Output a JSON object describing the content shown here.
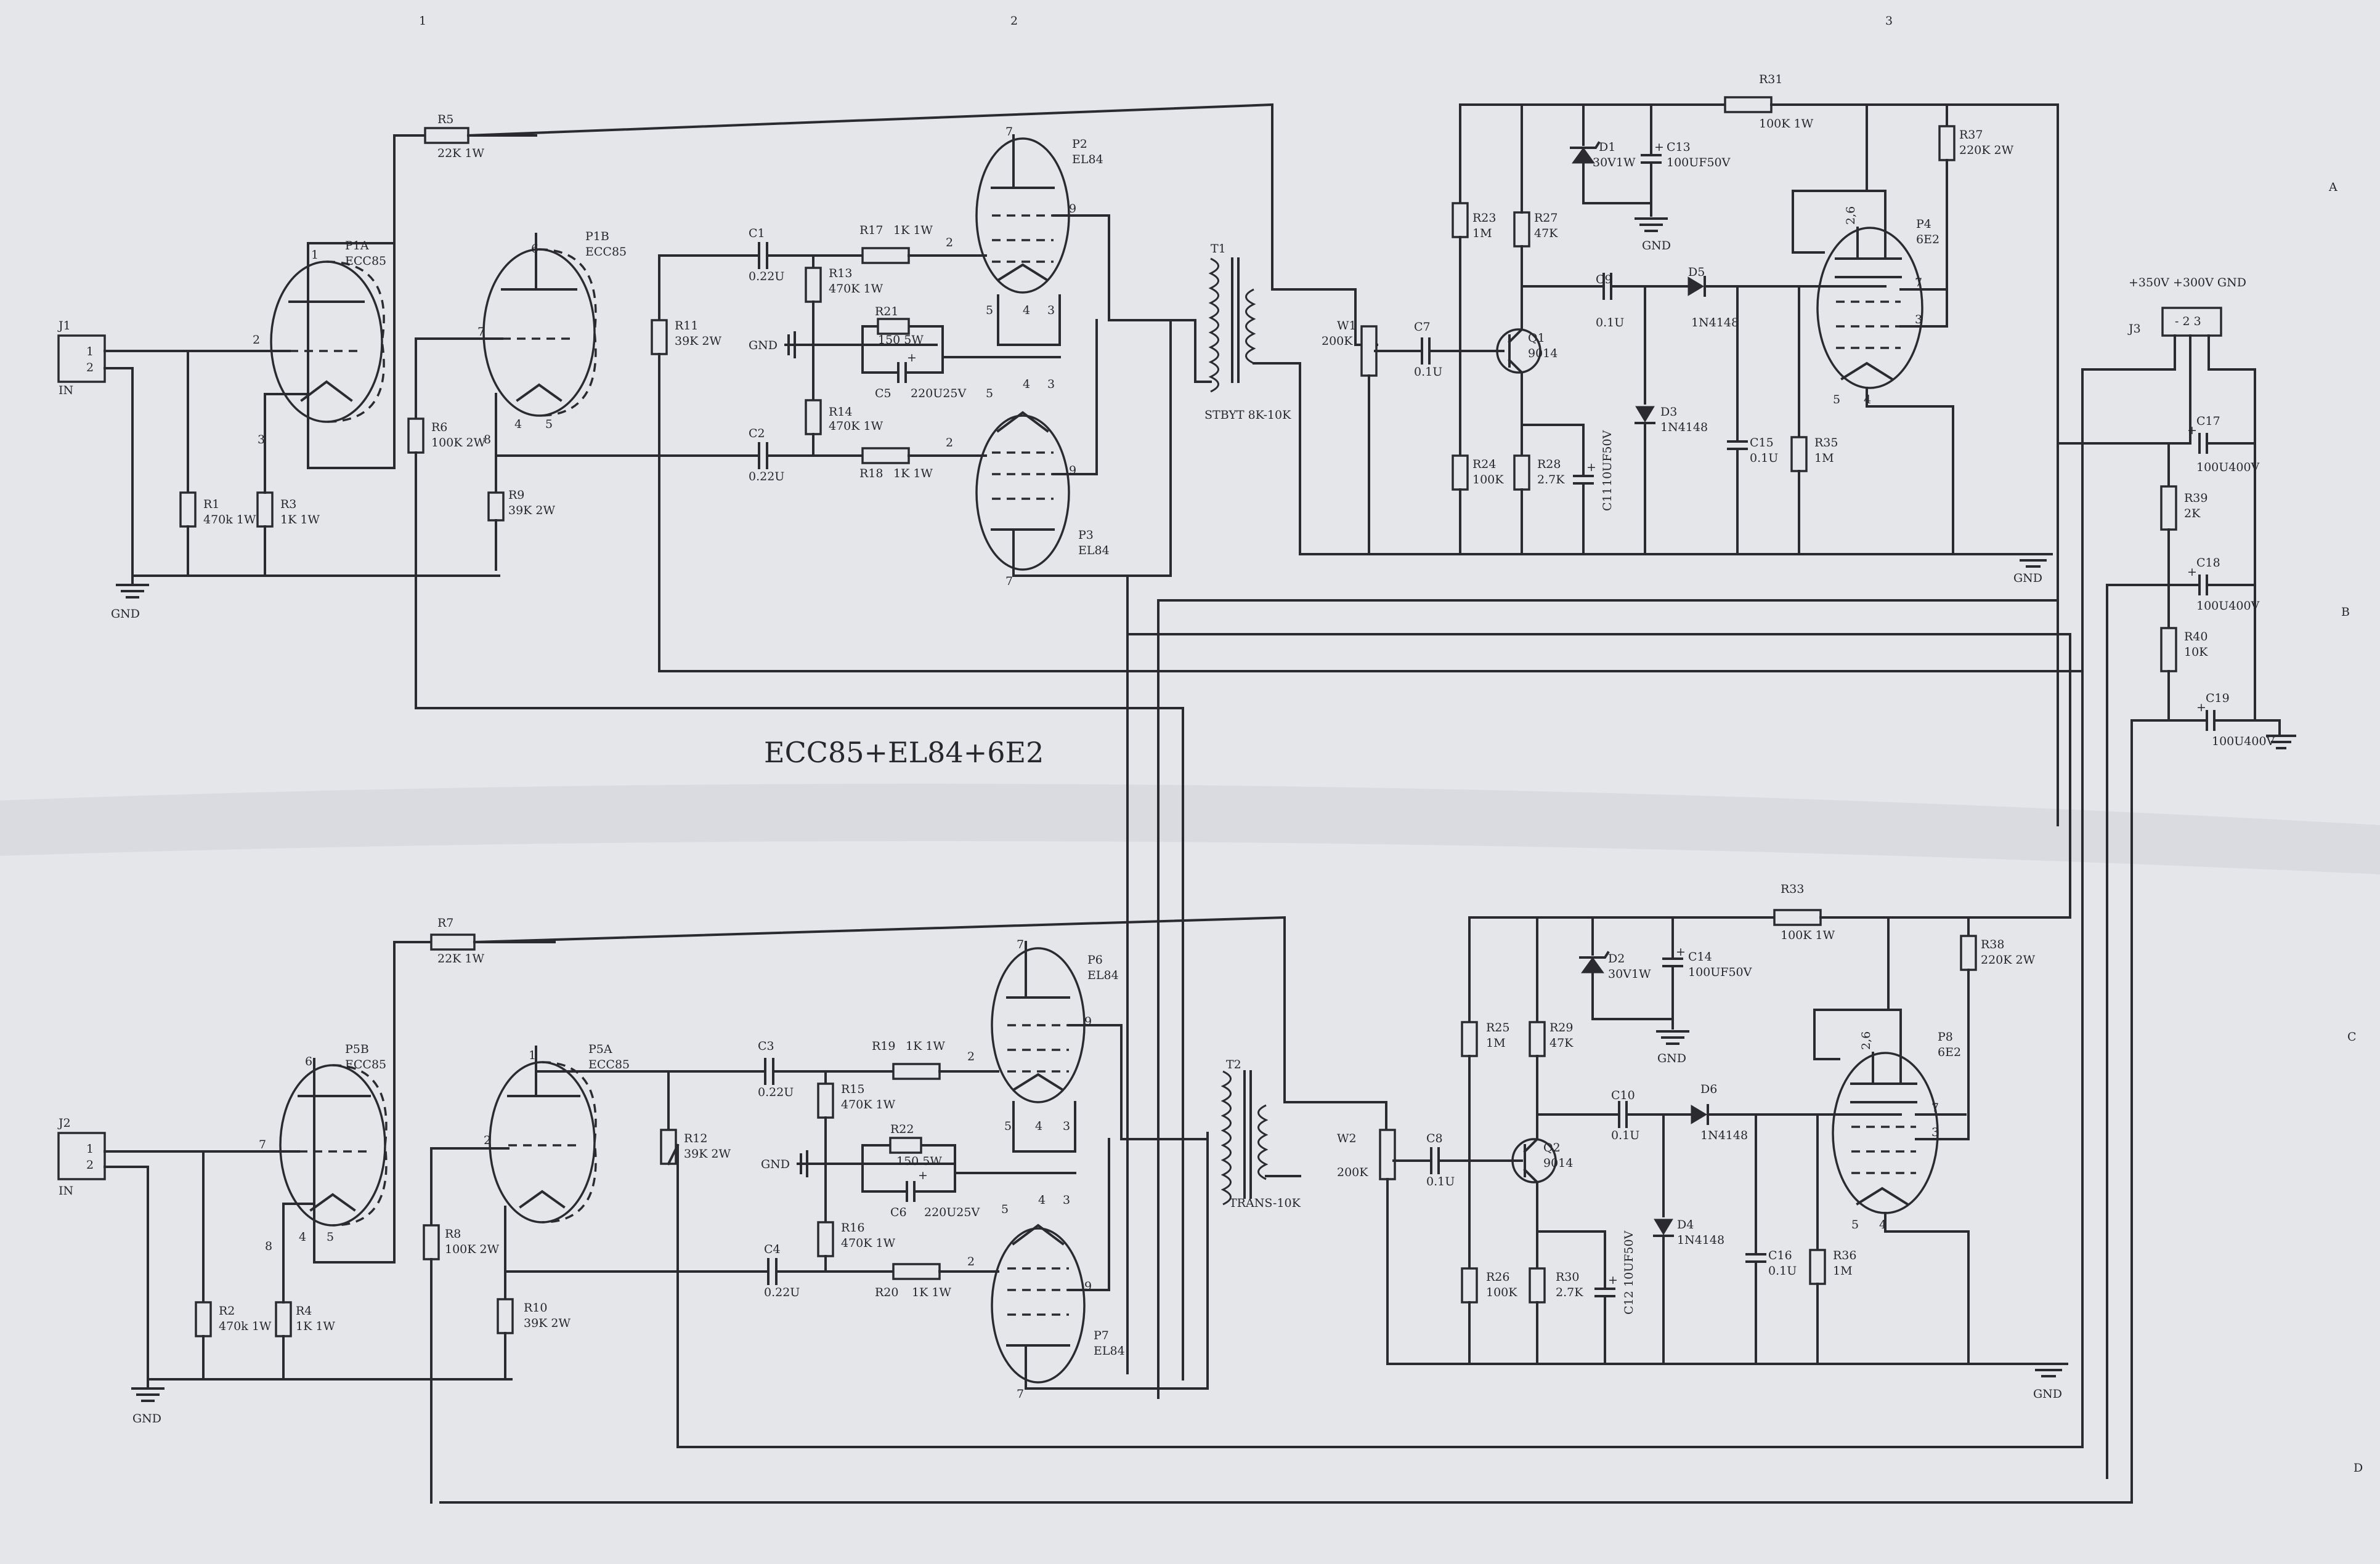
{
  "title": "ECC85+EL84+6E2",
  "border": {
    "cols": [
      "1",
      "2",
      "3"
    ],
    "rows": [
      "A",
      "B",
      "C",
      "D"
    ]
  },
  "connectors": {
    "J1": {
      "name": "J1",
      "pin1": "1",
      "pin2": "2",
      "label": "IN"
    },
    "J2": {
      "name": "J2",
      "pin1": "1",
      "pin2": "2",
      "label": "IN"
    },
    "J3": {
      "name": "J3",
      "pins": "- 2 3",
      "label": "+350V +300V GND"
    }
  },
  "tubes": {
    "P1A": {
      "ref": "P1A",
      "type": "ECC85",
      "pins": [
        "2",
        "1",
        "3"
      ]
    },
    "P1B": {
      "ref": "P1B",
      "type": "ECC85",
      "pins": [
        "6",
        "7",
        "4",
        "5",
        "8"
      ]
    },
    "P2": {
      "ref": "P2",
      "type": "EL84",
      "pins": [
        "7",
        "9",
        "2",
        "5",
        "4",
        "3"
      ]
    },
    "P3": {
      "ref": "P3",
      "type": "EL84",
      "pins": [
        "4",
        "3",
        "2",
        "9",
        "5",
        "7"
      ]
    },
    "P4": {
      "ref": "P4",
      "type": "6E2",
      "pins": [
        "2,6",
        "7",
        "3",
        "5",
        "4"
      ]
    },
    "P5A": {
      "ref": "P5A",
      "type": "ECC85",
      "pins": [
        "2",
        "1"
      ]
    },
    "P5B": {
      "ref": "P5B",
      "type": "ECC85",
      "pins": [
        "6",
        "7",
        "8",
        "4",
        "5"
      ]
    },
    "P6": {
      "ref": "P6",
      "type": "EL84",
      "pins": [
        "7",
        "9",
        "2",
        "5",
        "4",
        "3"
      ]
    },
    "P7": {
      "ref": "P7",
      "type": "EL84",
      "pins": [
        "4",
        "3",
        "2",
        "9",
        "5",
        "7"
      ]
    },
    "P8": {
      "ref": "P8",
      "type": "6E2",
      "pins": [
        "2,6",
        "7",
        "3",
        "5",
        "4"
      ]
    }
  },
  "resistors": {
    "R1": [
      "R1",
      "470k 1W"
    ],
    "R2": [
      "R2",
      "470k 1W"
    ],
    "R3": [
      "R3",
      "1K 1W"
    ],
    "R4": [
      "R4",
      "1K 1W"
    ],
    "R5": [
      "R5",
      "22K 1W"
    ],
    "R6": [
      "R6",
      "100K 2W"
    ],
    "R7": [
      "R7",
      "22K 1W"
    ],
    "R8": [
      "R8",
      "100K 2W"
    ],
    "R9": [
      "R9",
      "39K 2W"
    ],
    "R10": [
      "R10",
      "39K 2W"
    ],
    "R11": [
      "R11",
      "39K 2W"
    ],
    "R12": [
      "R12",
      "39K 2W"
    ],
    "R13": [
      "R13",
      "470K 1W"
    ],
    "R14": [
      "R14",
      "470K 1W"
    ],
    "R15": [
      "R15",
      "470K 1W"
    ],
    "R16": [
      "R16",
      "470K 1W"
    ],
    "R17": [
      "R17",
      "1K 1W"
    ],
    "R18": [
      "R18",
      "1K 1W"
    ],
    "R19": [
      "R19",
      "1K 1W"
    ],
    "R20": [
      "R20",
      "1K 1W"
    ],
    "R21": [
      "R21",
      "150 5W"
    ],
    "R22": [
      "R22",
      "150 5W"
    ],
    "R23": [
      "R23",
      "1M"
    ],
    "R24": [
      "R24",
      "100K"
    ],
    "R25": [
      "R25",
      "1M"
    ],
    "R26": [
      "R26",
      "100K"
    ],
    "R27": [
      "R27",
      "47K"
    ],
    "R28": [
      "R28",
      "2.7K"
    ],
    "R29": [
      "R29",
      "47K"
    ],
    "R30": [
      "R30",
      "2.7K"
    ],
    "R31": [
      "R31",
      "100K 1W"
    ],
    "R33": [
      "R33",
      "100K 1W"
    ],
    "R35": [
      "R35",
      "1M"
    ],
    "R36": [
      "R36",
      "1M"
    ],
    "R37": [
      "R37",
      "220K 2W"
    ],
    "R38": [
      "R38",
      "220K 2W"
    ],
    "R39": [
      "R39",
      "2K"
    ],
    "R40": [
      "R40",
      "10K"
    ]
  },
  "capacitors": {
    "C1": [
      "C1",
      "0.22U"
    ],
    "C2": [
      "C2",
      "0.22U"
    ],
    "C3": [
      "C3",
      "0.22U"
    ],
    "C4": [
      "C4",
      "0.22U"
    ],
    "C5": [
      "C5",
      "220U25V"
    ],
    "C6": [
      "C6",
      "220U25V"
    ],
    "C7": [
      "C7",
      "0.1U"
    ],
    "C8": [
      "C8",
      "0.1U"
    ],
    "C9": [
      "C9",
      "0.1U"
    ],
    "C10": [
      "C10",
      "0.1U"
    ],
    "C11": [
      "C11",
      "10UF50V"
    ],
    "C12": [
      "C12",
      "10UF50V"
    ],
    "C13": [
      "C13",
      "100UF50V"
    ],
    "C14": [
      "C14",
      "100UF50V"
    ],
    "C15": [
      "C15",
      "0.1U"
    ],
    "C16": [
      "C16",
      "0.1U"
    ],
    "C17": [
      "C17",
      "100U400V"
    ],
    "C18": [
      "C18",
      "100U400V"
    ],
    "C19": [
      "C19",
      "100U400V"
    ]
  },
  "diodes": {
    "D1": [
      "D1",
      "30V1W"
    ],
    "D2": [
      "D2",
      "30V1W"
    ],
    "D3": [
      "D3",
      "1N4148"
    ],
    "D4": [
      "D4",
      "1N4148"
    ],
    "D5": [
      "D5",
      "1N4148"
    ],
    "D6": [
      "D6",
      "1N4148"
    ]
  },
  "transistors": {
    "Q1": [
      "Q1",
      "9014"
    ],
    "Q2": [
      "Q2",
      "9014"
    ]
  },
  "pots": {
    "W1": [
      "W1",
      "200K"
    ],
    "W2": [
      "W2",
      "200K"
    ]
  },
  "transformers": {
    "T1": [
      "T1",
      "STBYT 8K-10K"
    ],
    "T2": [
      "T2",
      "TRANS-10K"
    ]
  },
  "ground_label": "GND",
  "pin_plus": "+"
}
